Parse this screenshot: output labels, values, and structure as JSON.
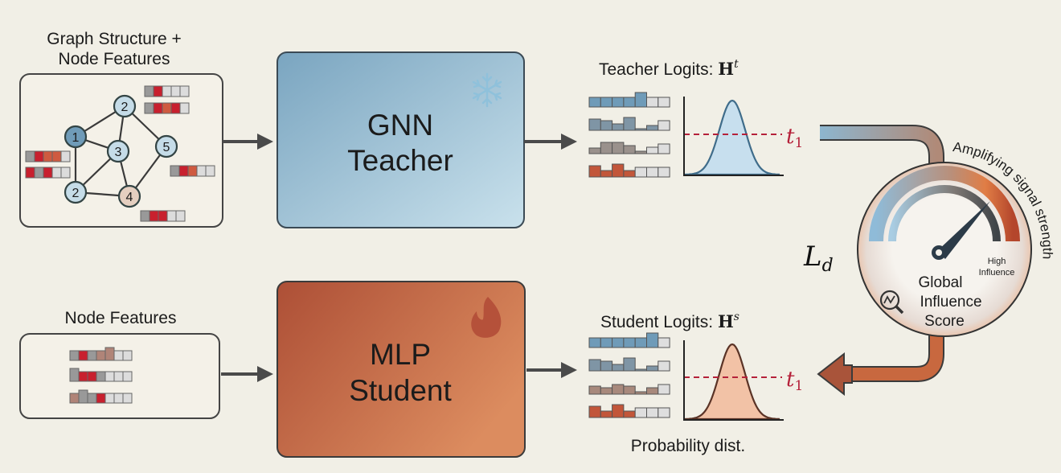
{
  "teacher_branch": {
    "input_title_line1": "Graph Structure +",
    "input_title_line2": "Node Features",
    "node_labels": [
      "2",
      "1",
      "3",
      "5",
      "2",
      "4"
    ],
    "model_line1": "GNN",
    "model_line2": "Teacher",
    "model_icon": "snowflake-icon",
    "logits_label": "Teacher Logits: ",
    "logits_symbol": "H",
    "logits_superscript": "t",
    "threshold_label": "t",
    "threshold_subscript": "1"
  },
  "student_branch": {
    "input_title": "Node Features",
    "model_line1": "MLP",
    "model_line2": "Student",
    "model_icon": "flame-icon",
    "logits_label": "Student Logits: ",
    "logits_symbol": "H",
    "logits_superscript": "s",
    "threshold_label": "t",
    "threshold_subscript": "1",
    "caption": "Probability dist."
  },
  "gauge": {
    "arc_caption": "Amplifying signal strength",
    "high_label_line1": "High",
    "high_label_line2": "Influence",
    "title_line1": "Global",
    "title_line2": "Influence",
    "title_line3": "Score",
    "icon": "magnifier-chart-icon",
    "loss_symbol": "L",
    "loss_subscript": "d"
  },
  "colors": {
    "background": "#f1efe6",
    "teacher": "#7ba7c2",
    "student": "#c2623f",
    "threshold": "#b5213a",
    "feature_active": "#c8202e"
  }
}
